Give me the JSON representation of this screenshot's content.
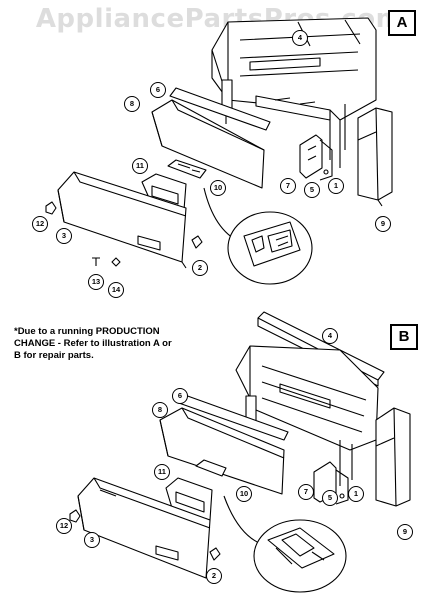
{
  "watermark": "AppliancePartsPros.com",
  "sections": {
    "a": "A",
    "b": "B"
  },
  "note": "*Due to a running PRODUCTION CHANGE - Refer to illustration A or B for repair parts.",
  "parts_a": [
    "1",
    "2",
    "3",
    "4",
    "5",
    "6",
    "7",
    "8",
    "9",
    "10",
    "11",
    "12",
    "13",
    "14"
  ],
  "parts_b": [
    "1",
    "2",
    "3",
    "4",
    "5",
    "6",
    "7",
    "8",
    "9",
    "10",
    "11",
    "12"
  ]
}
